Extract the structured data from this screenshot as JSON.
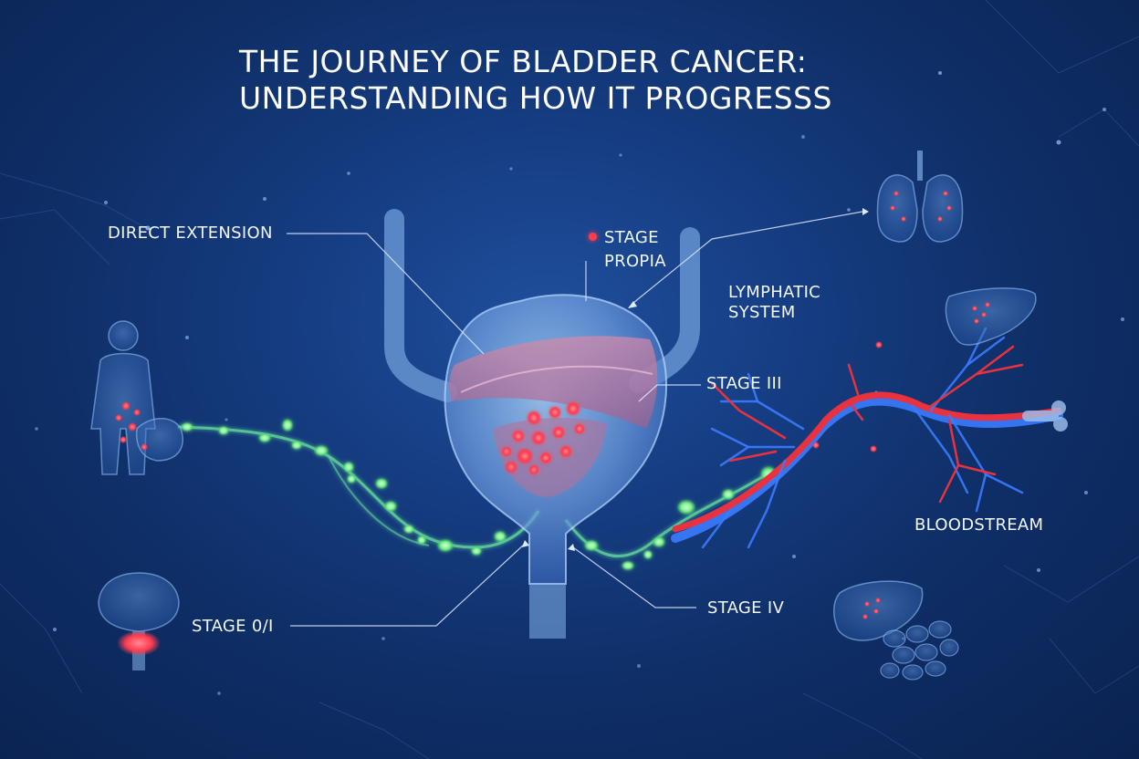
{
  "title": {
    "line1": "THE JOURNEY OF BLADDER CANCER:",
    "line2": "UNDERSTANDING HOW IT PROGRESSS"
  },
  "labels": {
    "direct_extension": "DIRECT EXTENSION",
    "stage": "STAGE",
    "propia": "PROPIA",
    "lymphatic_1": "LYMPHATIC",
    "lymphatic_2": "SYSTEM",
    "stage_iii": "STAGE III",
    "bloodstream": "BLOODSTREAM",
    "stage_0_i": "STAGE 0/I",
    "stage_iv": "STAGE IV"
  },
  "icons": [
    "bladder-icon",
    "lungs-icon",
    "liver-icon",
    "liver-intestine-icon",
    "human-body-icon",
    "prostate-icon",
    "bone-icon",
    "blood-vessel-icon",
    "lymph-node-icon"
  ],
  "colors": {
    "background": "#163e84",
    "tumor": "#ff3b4e",
    "lymph_node": "#6cf08a",
    "artery": "#e8323f",
    "vein": "#3a7bff",
    "organ_outline": "#8fc0f5"
  }
}
